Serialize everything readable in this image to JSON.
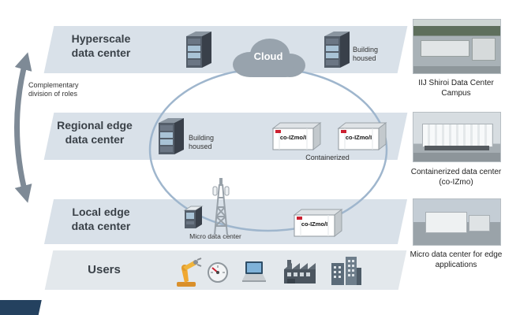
{
  "colors": {
    "band": "#d9e1e9",
    "band_users": "#e3e8ec",
    "circle_stroke": "#9fb6cd",
    "cloud": "#98a3ad",
    "arrow": "#7e8a96",
    "accent_red": "#cc2030",
    "corner_navy": "#24415f"
  },
  "diagram": {
    "bands": [
      {
        "line1": "Hyperscale",
        "line2": "data center"
      },
      {
        "line1": "Regional edge",
        "line2": "data center"
      },
      {
        "line1": "Local edge",
        "line2": "data center"
      },
      {
        "line1": "Users",
        "line2": ""
      }
    ],
    "cloud_label": "Cloud",
    "building_housed": "Building housed",
    "containerized_label": "Containerized",
    "micro_dc_label": "Micro data center",
    "co_izmo_label": "co-IZmo/I",
    "note": {
      "line1": "Complementary",
      "line2": "division of roles"
    }
  },
  "photos": [
    {
      "caption": "IIJ Shiroi Data Center Campus"
    },
    {
      "caption": "Containerized data center (co-IZmo)"
    },
    {
      "caption": "Micro data center for edge applications"
    }
  ]
}
